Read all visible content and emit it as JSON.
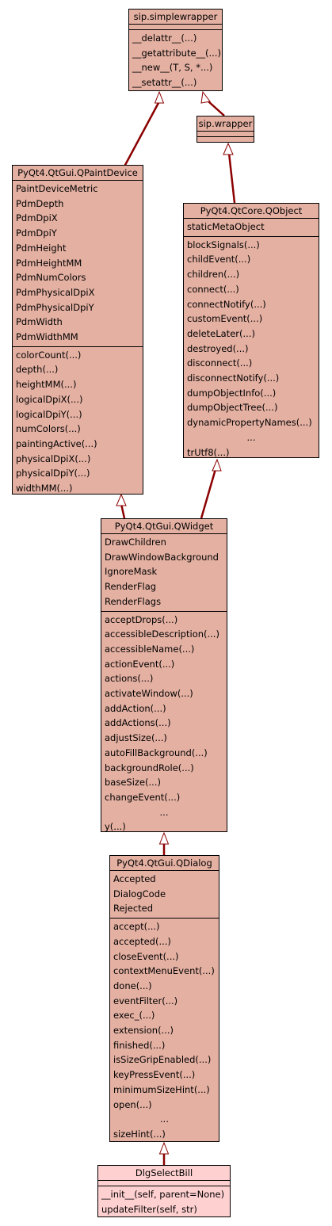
{
  "classes": {
    "simplewrapper": {
      "name": "sip.simplewrapper",
      "attributes": [],
      "methods": [
        "__delattr__(...)",
        "__getattribute__(...)",
        "__new__(T, S, *...)",
        "__setattr__(...)"
      ]
    },
    "wrapper": {
      "name": "sip.wrapper",
      "attributes": [],
      "methods": []
    },
    "qpaintdevice": {
      "name": "PyQt4.QtGui.QPaintDevice",
      "attributes": [
        "PaintDeviceMetric",
        "PdmDepth",
        "PdmDpiX",
        "PdmDpiY",
        "PdmHeight",
        "PdmHeightMM",
        "PdmNumColors",
        "PdmPhysicalDpiX",
        "PdmPhysicalDpiY",
        "PdmWidth",
        "PdmWidthMM"
      ],
      "methods": [
        "colorCount(...)",
        "depth(...)",
        "heightMM(...)",
        "logicalDpiX(...)",
        "logicalDpiY(...)",
        "numColors(...)",
        "paintingActive(...)",
        "physicalDpiX(...)",
        "physicalDpiY(...)",
        "widthMM(...)"
      ]
    },
    "qobject": {
      "name": "PyQt4.QtCore.QObject",
      "attributes": [
        "staticMetaObject"
      ],
      "methods": [
        "blockSignals(...)",
        "childEvent(...)",
        "children(...)",
        "connect(...)",
        "connectNotify(...)",
        "customEvent(...)",
        "deleteLater(...)",
        "destroyed(...)",
        "disconnect(...)",
        "disconnectNotify(...)",
        "dumpObjectInfo(...)",
        "dumpObjectTree(...)",
        "dynamicPropertyNames(...)",
        "...",
        "trUtf8(...)"
      ]
    },
    "qwidget": {
      "name": "PyQt4.QtGui.QWidget",
      "attributes": [
        "DrawChildren",
        "DrawWindowBackground",
        "IgnoreMask",
        "RenderFlag",
        "RenderFlags"
      ],
      "methods": [
        "acceptDrops(...)",
        "accessibleDescription(...)",
        "accessibleName(...)",
        "actionEvent(...)",
        "actions(...)",
        "activateWindow(...)",
        "addAction(...)",
        "addActions(...)",
        "adjustSize(...)",
        "autoFillBackground(...)",
        "backgroundRole(...)",
        "baseSize(...)",
        "changeEvent(...)",
        "...",
        "y(...)"
      ]
    },
    "qdialog": {
      "name": "PyQt4.QtGui.QDialog",
      "attributes": [
        "Accepted",
        "DialogCode",
        "Rejected"
      ],
      "methods": [
        "accept(...)",
        "accepted(...)",
        "closeEvent(...)",
        "contextMenuEvent(...)",
        "done(...)",
        "eventFilter(...)",
        "exec_(...)",
        "extension(...)",
        "finished(...)",
        "isSizeGripEnabled(...)",
        "keyPressEvent(...)",
        "minimumSizeHint(...)",
        "open(...)",
        "...",
        "sizeHint(...)"
      ]
    },
    "dlgselectbill": {
      "name": "DlgSelectBill",
      "attributes": [],
      "methods": [
        "__init__(self, parent=None)",
        "updateFilter(self, str)"
      ]
    }
  }
}
